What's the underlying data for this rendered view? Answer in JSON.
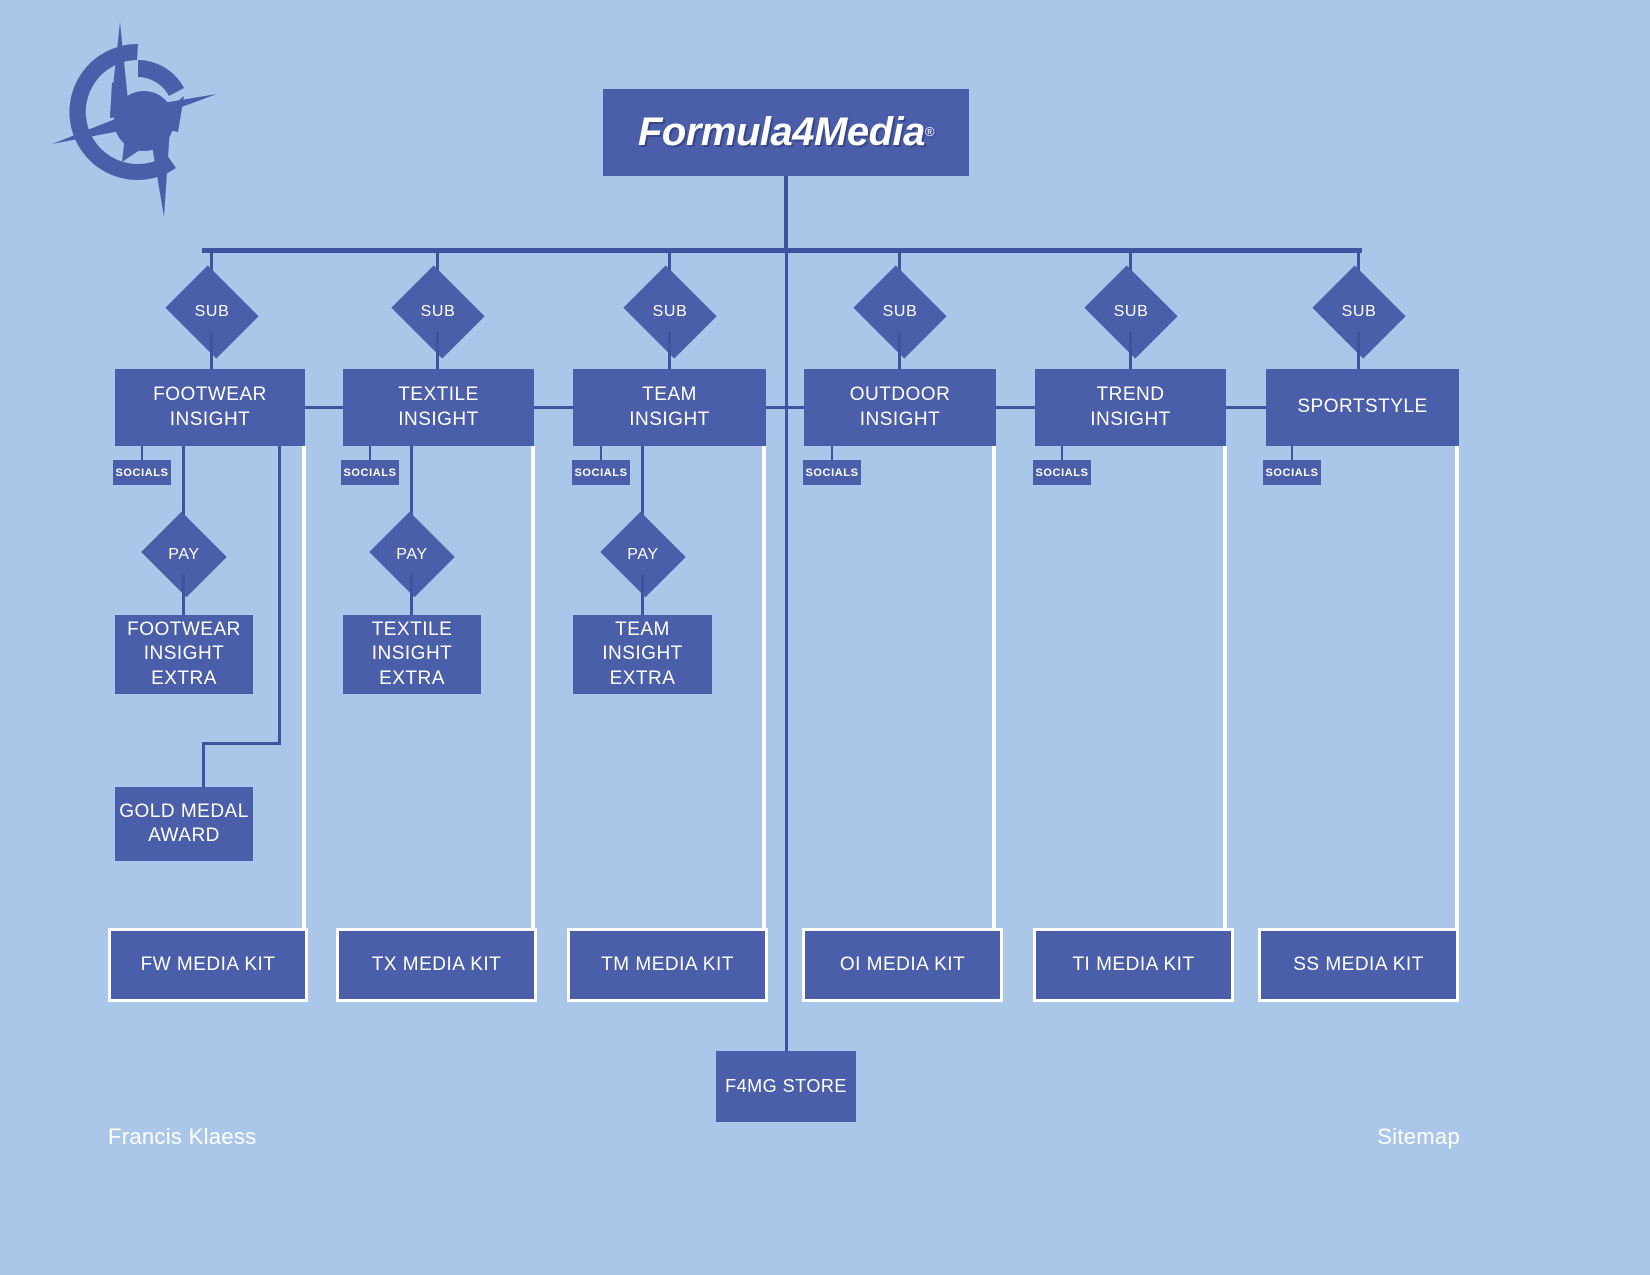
{
  "meta": {
    "doc_type": "sitemap-diagram",
    "colors": {
      "background": "#aac7ea",
      "box_fill": "#4a5eaa",
      "connector": "#3f54a0",
      "connector_white": "#ffffff",
      "text": "#ffffff"
    }
  },
  "logo": {
    "icon": "compass-rose-c-logo",
    "color": "#4a5eaa"
  },
  "root": {
    "title": "Formula4Media",
    "trademark": "®"
  },
  "gates": {
    "sub_label": "SUB",
    "pay_label": "PAY",
    "socials_label": "SOCIALS"
  },
  "brands": [
    {
      "id": "footwear",
      "label": "FOOTWEAR\nINSIGHT",
      "sub": "SUB",
      "socials": "SOCIALS",
      "pay": "PAY",
      "extra": "FOOTWEAR\nINSIGHT EXTRA",
      "media_kit": "FW MEDIA KIT"
    },
    {
      "id": "textile",
      "label": "TEXTILE\nINSIGHT",
      "sub": "SUB",
      "socials": "SOCIALS",
      "pay": "PAY",
      "extra": "TEXTILE\nINSIGHT EXTRA",
      "media_kit": "TX MEDIA KIT"
    },
    {
      "id": "team",
      "label": "TEAM\nINSIGHT",
      "sub": "SUB",
      "socials": "SOCIALS",
      "pay": "PAY",
      "extra": "TEAM\nINSIGHT EXTRA",
      "media_kit": "TM MEDIA KIT"
    },
    {
      "id": "outdoor",
      "label": "OUTDOOR\nINSIGHT",
      "sub": "SUB",
      "socials": "SOCIALS",
      "pay": null,
      "extra": null,
      "media_kit": "OI MEDIA KIT"
    },
    {
      "id": "trend",
      "label": "TREND\nINSIGHT",
      "sub": "SUB",
      "socials": "SOCIALS",
      "pay": null,
      "extra": null,
      "media_kit": "TI MEDIA KIT"
    },
    {
      "id": "sportstyle",
      "label": "SPORTSTYLE",
      "sub": "SUB",
      "socials": "SOCIALS",
      "pay": null,
      "extra": null,
      "media_kit": "SS MEDIA KIT"
    }
  ],
  "award": {
    "label": "GOLD MEDAL\nAWARD"
  },
  "store": {
    "label": "F4MG STORE"
  },
  "footer": {
    "author": "Francis Klaess",
    "title": "Sitemap"
  }
}
